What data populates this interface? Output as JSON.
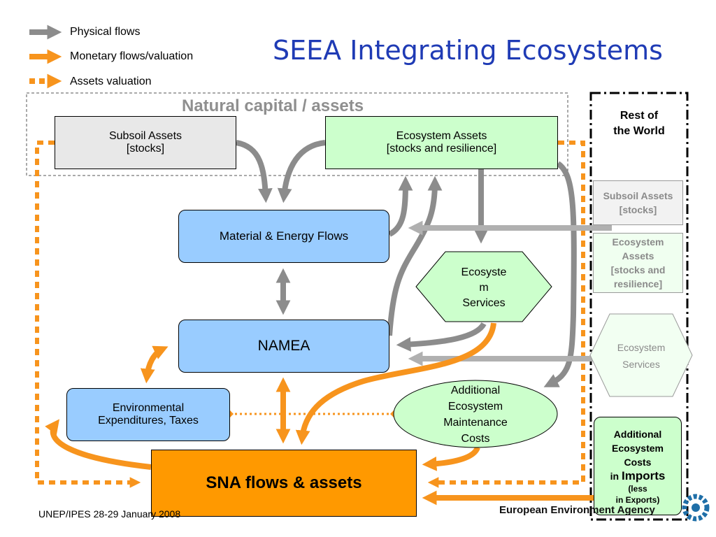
{
  "title": "SEEA Integrating Ecosystems",
  "legend": {
    "physical": "Physical flows",
    "monetary": "Monetary flows/valuation",
    "assets": "Assets valuation"
  },
  "natural_capital_label": "Natural capital / assets",
  "nodes": {
    "subsoil": [
      "Subsoil Assets",
      "[stocks]"
    ],
    "ecosystem_assets": [
      "Ecosystem Assets",
      "[stocks and resilience]"
    ],
    "material_energy": "Material & Energy Flows",
    "namea": "NAMEA",
    "ecosystem_services": [
      "Ecosyste",
      "m",
      "Services"
    ],
    "env_expenditures": [
      "Environmental",
      "Expenditures, Taxes"
    ],
    "additional_costs": [
      "Additional",
      "Ecosystem",
      "Maintenance",
      "Costs"
    ],
    "sna": "SNA flows & assets"
  },
  "rest_of_world": {
    "title": [
      "Rest of",
      "the World"
    ],
    "subsoil": [
      "Subsoil Assets",
      "[stocks]"
    ],
    "ecosystem_assets": [
      "Ecosystem",
      "Assets",
      "[stocks and",
      "resilience]"
    ],
    "ecosystem_services": [
      "Ecosystem",
      "Services"
    ],
    "imports": {
      "line1": "Additional",
      "line2": "Ecosystem",
      "line3": "Costs",
      "line4_prefix": "in ",
      "line4_emph": "Imports",
      "line5": "(less",
      "line6": "in Exports)"
    }
  },
  "footer": {
    "left": "UNEP/IPES 28-29 January 2008",
    "right": "European Environment Agency"
  },
  "colors": {
    "title": "#1f3bb5",
    "physical": "#8c8c8c",
    "monetary": "#f7941d",
    "blue_box": "#99ccff",
    "green_box": "#ccffcc",
    "sna": "#ff9900",
    "logo": "#1f6fa8"
  }
}
